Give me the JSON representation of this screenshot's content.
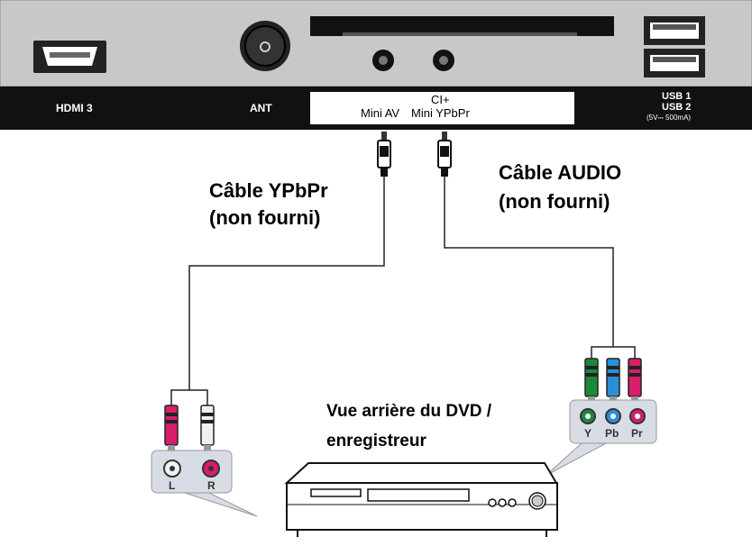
{
  "panel": {
    "ports": {
      "hdmi": "HDMI 3",
      "ant": "ANT",
      "ci": "CI+",
      "mini_av": "Mini AV",
      "mini_ypbpr": "Mini YPbPr",
      "usb1": "USB 1",
      "usb2": "USB 2",
      "usb_rating": "(5V⎓ 500mA)"
    }
  },
  "cables": {
    "ypbpr_line1": "Câble YPbPr",
    "ypbpr_line2": "(non fourni)",
    "audio_line1": "Câble AUDIO",
    "audio_line2": "(non fourni)"
  },
  "device": {
    "caption_line1": "Vue arrière du DVD /",
    "caption_line2": "enregistreur"
  },
  "audio_jacks": {
    "left": "L",
    "right": "R"
  },
  "video_jacks": {
    "y": "Y",
    "pb": "Pb",
    "pr": "Pr"
  },
  "colors": {
    "panel": "#c8c8c8",
    "label_bar": "#111111",
    "green": "#1a8a3a",
    "blue": "#2a8fd6",
    "red": "#d81e6a",
    "white": "#f0f0f0"
  }
}
